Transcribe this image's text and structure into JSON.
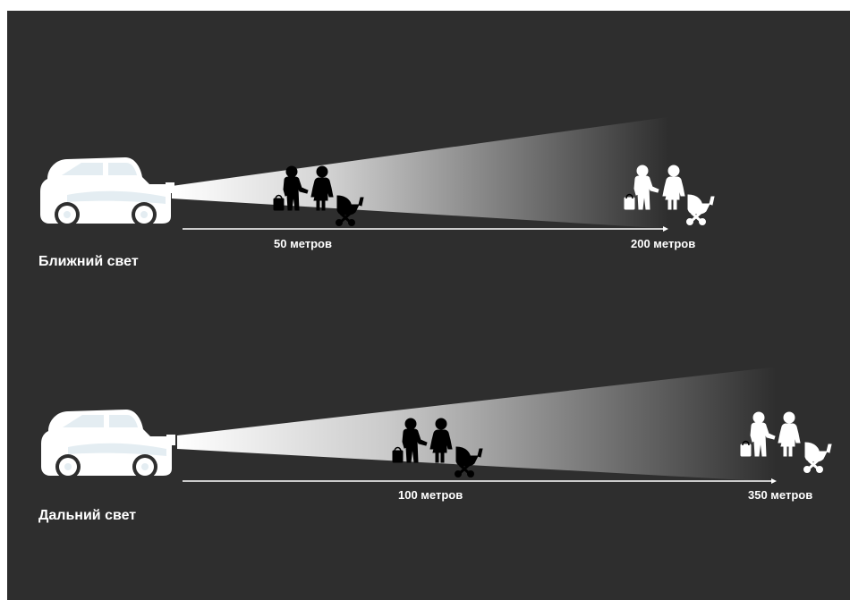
{
  "colors": {
    "background": "#2e2e2e",
    "beam": "#ffffff",
    "car_body": "#ffffff",
    "car_glass": "#e4edf2",
    "figure_dark": "#000000",
    "figure_light": "#ffffff",
    "text": "#ffffff"
  },
  "rows": [
    {
      "mode_label": "Ближний свет",
      "near_distance": "50 метров",
      "far_distance": "200 метров"
    },
    {
      "mode_label": "Дальний свет",
      "near_distance": "100 метров",
      "far_distance": "350 метров"
    }
  ],
  "icons": [
    "car-icon",
    "woman-with-bag-icon",
    "woman-icon",
    "stroller-icon"
  ]
}
